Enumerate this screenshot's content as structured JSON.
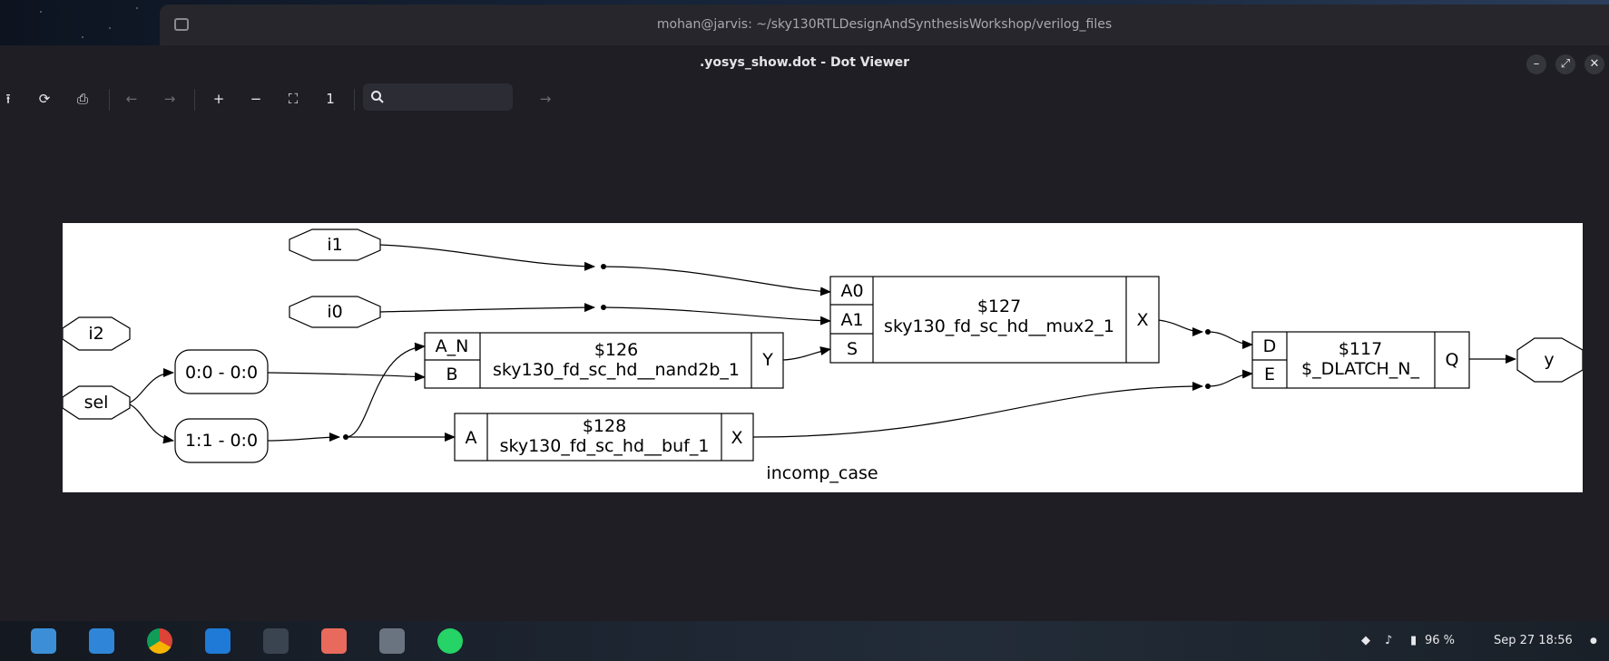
{
  "terminal": {
    "title": "mohan@jarvis: ~/sky130RTLDesignAndSynthesisWorkshop/verilog_files"
  },
  "window": {
    "title": ".yosys_show.dot - Dot Viewer",
    "controls": {
      "minimize": "–",
      "maximize": "⤢",
      "close": "✕"
    }
  },
  "toolbar": {
    "open": "⭱",
    "reload": "⟳",
    "print": "⎙",
    "back": "←",
    "forward": "→",
    "zoom_in": "+",
    "zoom_out": "−",
    "zoom_fit": "⛶",
    "zoom_100": "1",
    "search_placeholder": "",
    "find_next": "→"
  },
  "graph": {
    "title": "incomp_case",
    "ports": {
      "i1": "i1",
      "i0": "i0",
      "i2": "i2",
      "sel": "sel",
      "y": "y"
    },
    "slices": {
      "s0": "0:0 - 0:0",
      "s1": "1:1 - 0:0"
    },
    "cells": {
      "nand": {
        "id": "$126",
        "type": "sky130_fd_sc_hd__nand2b_1",
        "in1": "A_N",
        "in2": "B",
        "out": "Y"
      },
      "mux": {
        "id": "$127",
        "type": "sky130_fd_sc_hd__mux2_1",
        "in1": "A0",
        "in2": "A1",
        "in3": "S",
        "out": "X"
      },
      "buf": {
        "id": "$128",
        "type": "sky130_fd_sc_hd__buf_1",
        "in1": "A",
        "out": "X"
      },
      "latch": {
        "id": "$117",
        "type": "$_DLATCH_N_",
        "in1": "D",
        "in2": "E",
        "out": "Q"
      }
    }
  },
  "tray": {
    "battery": "96 %",
    "datetime": "Sep 27  18:56"
  },
  "colors": {
    "bg": "#1e1e24",
    "canvas": "#ffffff",
    "accent": "#2f8fe0"
  }
}
